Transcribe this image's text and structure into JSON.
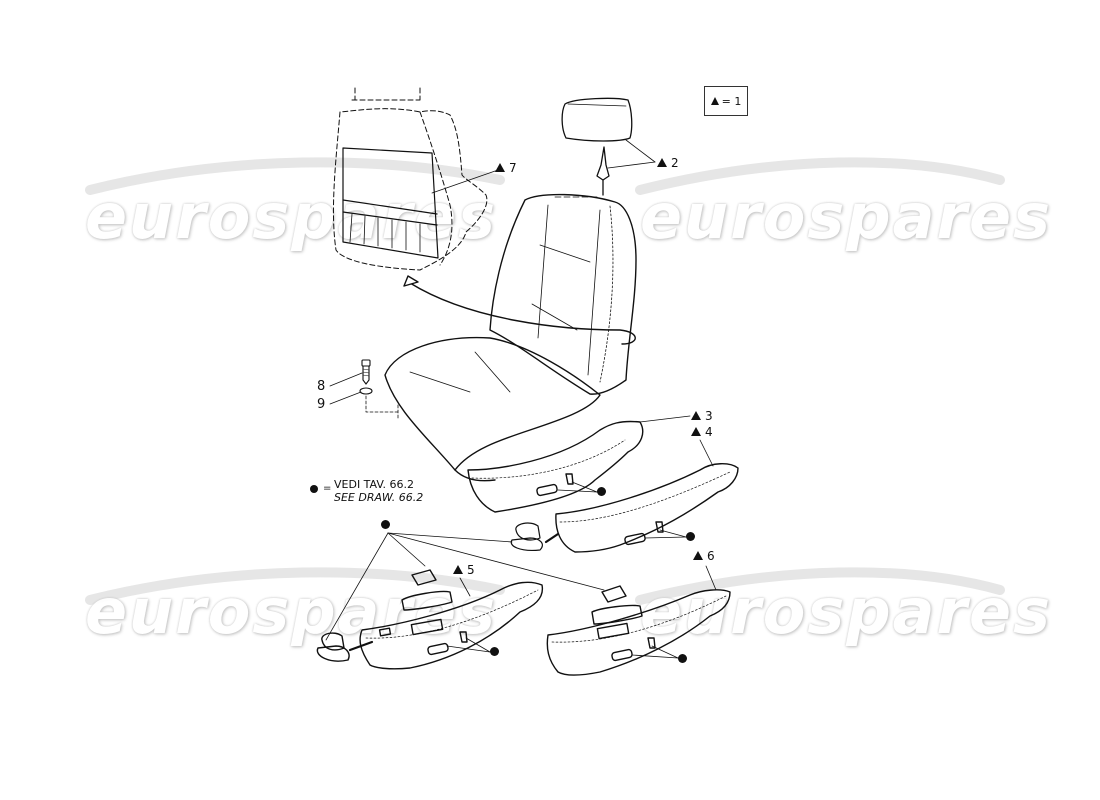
{
  "diagram": {
    "type": "exploded-parts-diagram",
    "subject": "Front seat assembly with headrest, rear pocket panel, side trims and switch bezels",
    "legend": {
      "symbol": "triangle",
      "text": "= 1"
    },
    "note": {
      "symbol": "dot",
      "equals": "=",
      "line1": "VEDI TAV. 66.2",
      "line2": "SEE DRAW. 66.2"
    },
    "callouts": [
      {
        "id": "2",
        "marker": "triangle",
        "text": "2",
        "part": "headrest with guide"
      },
      {
        "id": "3",
        "marker": "triangle",
        "text": "3",
        "part": "outer side trim (upper)"
      },
      {
        "id": "4",
        "marker": "triangle",
        "text": "4",
        "part": "outer side trim (lower)"
      },
      {
        "id": "5",
        "marker": "triangle",
        "text": "5",
        "part": "side trim with switch panel (left)"
      },
      {
        "id": "6",
        "marker": "triangle",
        "text": "6",
        "part": "side trim with switch panel (right)"
      },
      {
        "id": "7",
        "marker": "triangle",
        "text": "7",
        "part": "seat back map pocket panel"
      },
      {
        "id": "8",
        "marker": "none",
        "text": "8",
        "part": "screw"
      },
      {
        "id": "9",
        "marker": "none",
        "text": "9",
        "part": "washer"
      }
    ],
    "dot_markers": 6
  },
  "watermark": {
    "text": "eurospares",
    "instances": 4
  }
}
